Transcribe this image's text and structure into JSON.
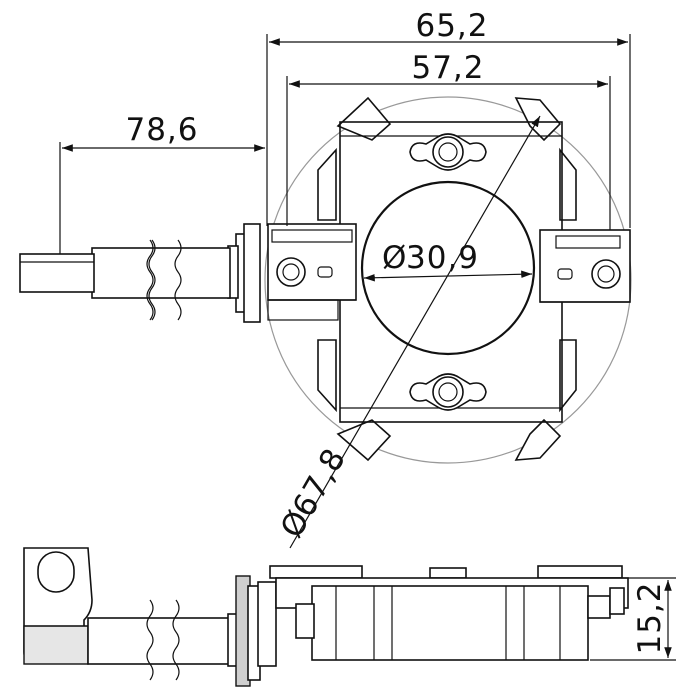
{
  "dimensions": {
    "overall_width": "65,2",
    "mount_span": "57,2",
    "cable_length": "78,6",
    "inner_diameter": "30,9",
    "outer_diameter": "67,8",
    "height": "15,2"
  },
  "diameter_symbol": "Ø",
  "colors": {
    "line": "#111111",
    "outline_circle": "#9a9a9a",
    "fill_light": "#e6e6e6",
    "fill_mid": "#cfcfcf"
  }
}
